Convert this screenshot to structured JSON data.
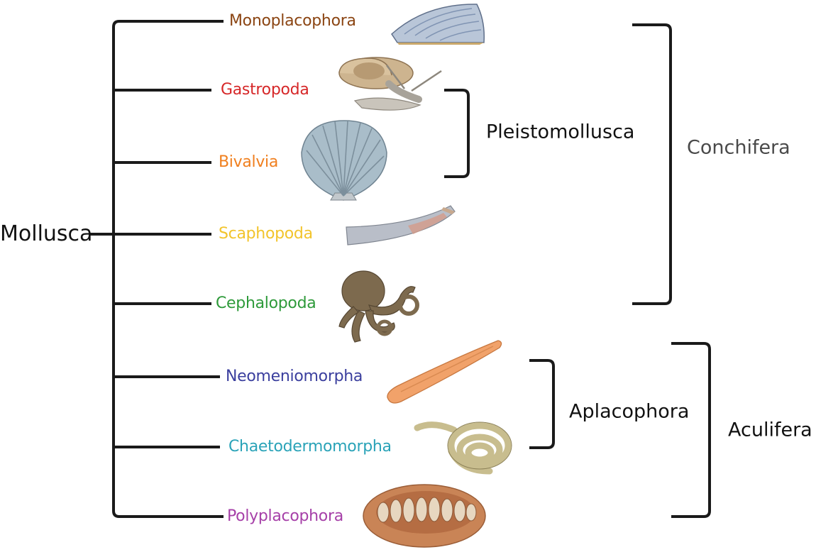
{
  "root": {
    "label": "Mollusca",
    "color": "#111111"
  },
  "taxa": [
    {
      "label": "Monoplacophora",
      "color": "#8B4513",
      "icon": "monoplacophoran-shell-icon"
    },
    {
      "label": "Gastropoda",
      "color": "#D62728",
      "icon": "snail-icon"
    },
    {
      "label": "Bivalvia",
      "color": "#F07F1E",
      "icon": "scallop-shell-icon"
    },
    {
      "label": "Scaphopoda",
      "color": "#F2C42C",
      "icon": "tusk-shell-icon"
    },
    {
      "label": "Cephalopoda",
      "color": "#2E9A3A",
      "icon": "octopus-icon"
    },
    {
      "label": "Neomeniomorpha",
      "color": "#3B3F9E",
      "icon": "solenogaster-worm-icon"
    },
    {
      "label": "Chaetodermomorpha",
      "color": "#2AA3B8",
      "icon": "coiled-worm-icon"
    },
    {
      "label": "Polyplacophora",
      "color": "#A640A8",
      "icon": "chiton-icon"
    }
  ],
  "groups": {
    "pleistomollusca": {
      "label": "Pleistomollusca",
      "color": "#111111"
    },
    "conchifera": {
      "label": "Conchifera",
      "color": "#4a4a4a"
    },
    "aplacophora": {
      "label": "Aplacophora",
      "color": "#111111"
    },
    "aculifera": {
      "label": "Aculifera",
      "color": "#111111"
    }
  }
}
